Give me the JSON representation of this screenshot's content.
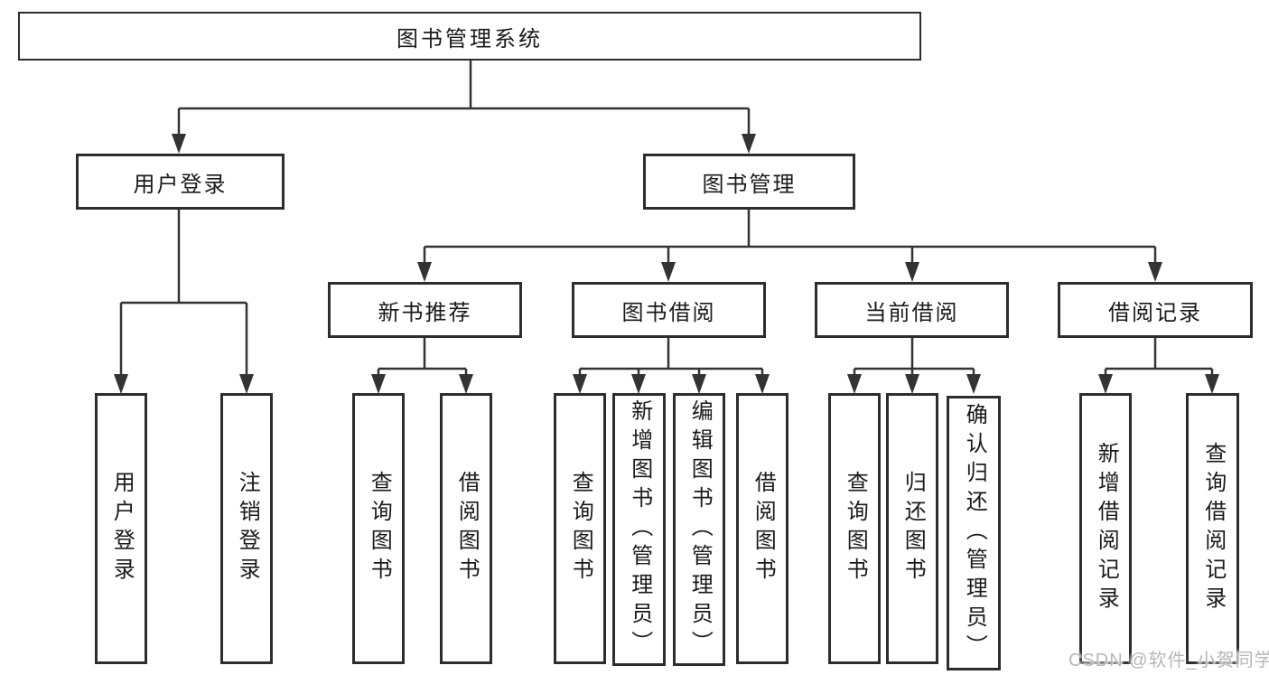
{
  "diagram": {
    "title": "图书管理系统",
    "root": {
      "label": "图书管理系统"
    },
    "level2": [
      {
        "id": "user-login",
        "label": "用户登录",
        "parent": "root"
      },
      {
        "id": "book-management",
        "label": "图书管理",
        "parent": "root"
      }
    ],
    "level3": [
      {
        "id": "new-book-recommend",
        "label": "新书推荐",
        "parent": "book-management"
      },
      {
        "id": "book-borrowing",
        "label": "图书借阅",
        "parent": "book-management"
      },
      {
        "id": "current-borrowing",
        "label": "当前借阅",
        "parent": "book-management"
      },
      {
        "id": "borrowing-records",
        "label": "借阅记录",
        "parent": "book-management"
      }
    ],
    "leaves": [
      {
        "id": "user-login-leaf",
        "label": "用户登录",
        "parent": "user-login"
      },
      {
        "id": "logout",
        "label": "注销登录",
        "parent": "user-login"
      },
      {
        "id": "query-books-recommend",
        "label": "查询图书",
        "parent": "new-book-recommend"
      },
      {
        "id": "borrow-books-recommend",
        "label": "借阅图书",
        "parent": "new-book-recommend"
      },
      {
        "id": "query-books-borrowing",
        "label": "查询图书",
        "parent": "book-borrowing"
      },
      {
        "id": "add-book-admin",
        "label": "新增图书（管理员）",
        "parent": "book-borrowing"
      },
      {
        "id": "edit-book-admin",
        "label": "编辑图书（管理员）",
        "parent": "book-borrowing"
      },
      {
        "id": "borrow-books-borrowing",
        "label": "借阅图书",
        "parent": "book-borrowing"
      },
      {
        "id": "query-books-current",
        "label": "查询图书",
        "parent": "current-borrowing"
      },
      {
        "id": "return-book",
        "label": "归还图书",
        "parent": "current-borrowing"
      },
      {
        "id": "confirm-return-admin",
        "label": "确认归还（管理员）",
        "parent": "current-borrowing"
      },
      {
        "id": "add-borrow-record",
        "label": "新增借阅记录",
        "parent": "borrowing-records"
      },
      {
        "id": "query-borrow-record",
        "label": "查询借阅记录",
        "parent": "borrowing-records"
      }
    ]
  },
  "watermark": {
    "text": "CSDN @软件_小贺同学"
  },
  "colors": {
    "line": "#333333",
    "border": "#2d2d2d",
    "text": "#1a1a1a",
    "watermark": "#b6b6b6"
  }
}
